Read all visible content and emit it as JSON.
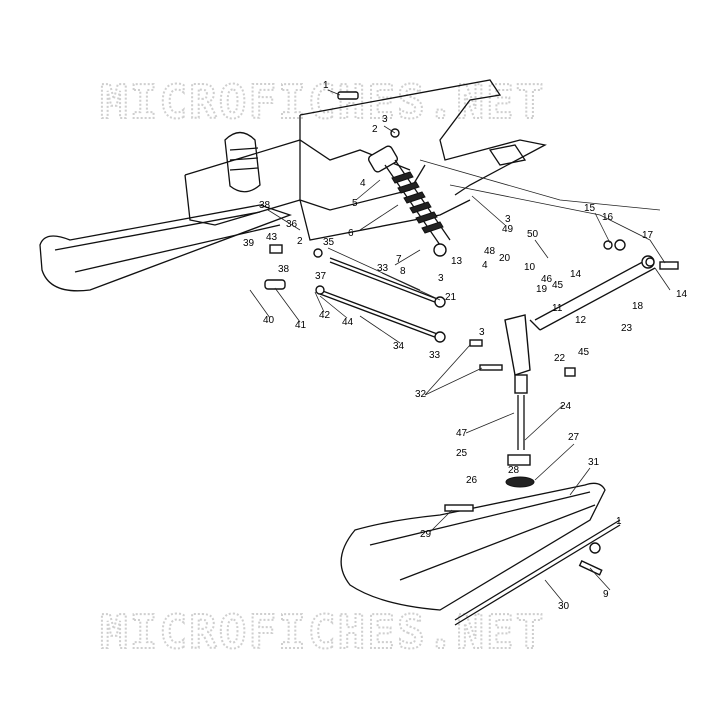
{
  "watermarks": {
    "top": "MICROFICHES.NET",
    "bottom": "MICROFICHES.NET"
  },
  "callouts": [
    {
      "id": "c1",
      "text": "1"
    },
    {
      "id": "c2",
      "text": "2"
    },
    {
      "id": "c3a",
      "text": "3"
    },
    {
      "id": "c4a",
      "text": "4"
    },
    {
      "id": "c5",
      "text": "5"
    },
    {
      "id": "c6",
      "text": "6"
    },
    {
      "id": "c3b",
      "text": "3"
    },
    {
      "id": "c49",
      "text": "49"
    },
    {
      "id": "c50",
      "text": "50"
    },
    {
      "id": "c15",
      "text": "15"
    },
    {
      "id": "c16",
      "text": "16"
    },
    {
      "id": "c17",
      "text": "17"
    },
    {
      "id": "c14a",
      "text": "14"
    },
    {
      "id": "c14b",
      "text": "14"
    },
    {
      "id": "c7",
      "text": "7"
    },
    {
      "id": "c8",
      "text": "8"
    },
    {
      "id": "c48",
      "text": "48"
    },
    {
      "id": "c4b",
      "text": "4"
    },
    {
      "id": "c3c",
      "text": "3"
    },
    {
      "id": "c20",
      "text": "20"
    },
    {
      "id": "c10",
      "text": "10"
    },
    {
      "id": "c13",
      "text": "13"
    },
    {
      "id": "c19",
      "text": "19"
    },
    {
      "id": "c45a",
      "text": "45"
    },
    {
      "id": "c46",
      "text": "46"
    },
    {
      "id": "c18",
      "text": "18"
    },
    {
      "id": "c21",
      "text": "21"
    },
    {
      "id": "c11",
      "text": "11"
    },
    {
      "id": "c12",
      "text": "12"
    },
    {
      "id": "c23",
      "text": "23"
    },
    {
      "id": "c38a",
      "text": "38"
    },
    {
      "id": "c36",
      "text": "36"
    },
    {
      "id": "c43",
      "text": "43"
    },
    {
      "id": "c39",
      "text": "39"
    },
    {
      "id": "c2b",
      "text": "2"
    },
    {
      "id": "c35",
      "text": "35"
    },
    {
      "id": "c38b",
      "text": "38"
    },
    {
      "id": "c37",
      "text": "37"
    },
    {
      "id": "c33a",
      "text": "33"
    },
    {
      "id": "c40",
      "text": "40"
    },
    {
      "id": "c41",
      "text": "41"
    },
    {
      "id": "c42",
      "text": "42"
    },
    {
      "id": "c44",
      "text": "44"
    },
    {
      "id": "c34",
      "text": "34"
    },
    {
      "id": "c3d",
      "text": "3"
    },
    {
      "id": "c33b",
      "text": "33"
    },
    {
      "id": "c22",
      "text": "22"
    },
    {
      "id": "c45b",
      "text": "45"
    },
    {
      "id": "c32",
      "text": "32"
    },
    {
      "id": "c24",
      "text": "24"
    },
    {
      "id": "c47",
      "text": "47"
    },
    {
      "id": "c25",
      "text": "25"
    },
    {
      "id": "c27",
      "text": "27"
    },
    {
      "id": "c26",
      "text": "26"
    },
    {
      "id": "c28",
      "text": "28"
    },
    {
      "id": "c31",
      "text": "31"
    },
    {
      "id": "c29",
      "text": "29"
    },
    {
      "id": "c1b",
      "text": "1"
    },
    {
      "id": "c9",
      "text": "9"
    },
    {
      "id": "c30",
      "text": "30"
    }
  ]
}
